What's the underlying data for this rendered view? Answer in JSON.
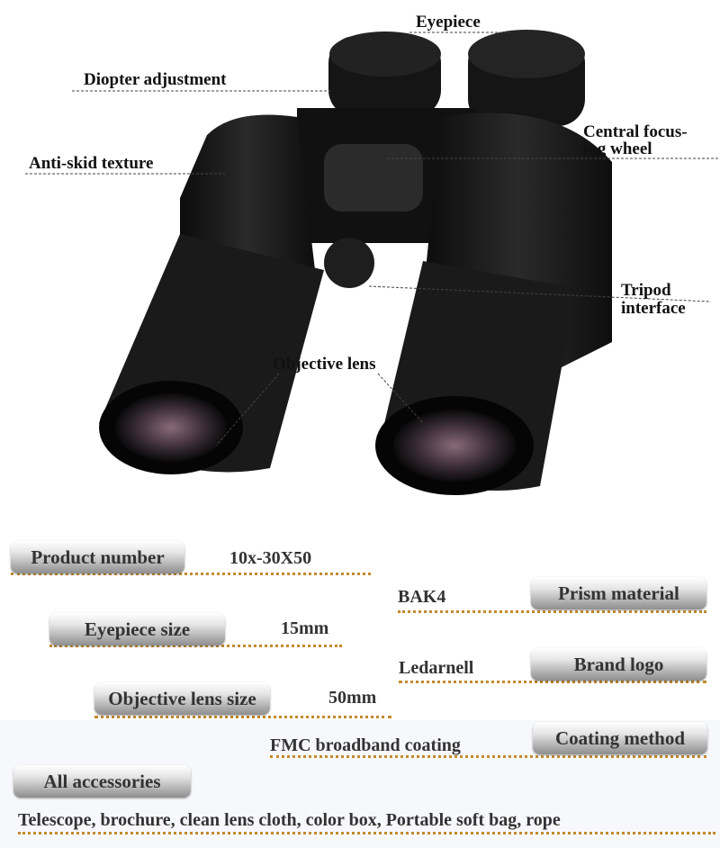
{
  "callouts": {
    "eyepiece": "Eyepiece",
    "diopter": "Diopter adjustment",
    "focus_line1": "Central focus-",
    "focus_line2": "ing wheel",
    "antiskid": "Anti-skid texture",
    "tripod_line1": "Tripod",
    "tripod_line2": "interface",
    "objective": "Objective lens"
  },
  "specs": [
    {
      "label": "Product number",
      "value": "10x-30X50"
    },
    {
      "label": "Prism material",
      "value": "BAK4"
    },
    {
      "label": "Eyepiece size",
      "value": "15mm"
    },
    {
      "label": "Brand logo",
      "value": "Ledarnell"
    },
    {
      "label": "Objective lens size",
      "value": "50mm"
    },
    {
      "label": "Coating method",
      "value": "FMC broadband coating"
    },
    {
      "label": "All accessories",
      "value": "Telescope, brochure, clean lens cloth, color box, Portable soft bag, rope"
    }
  ],
  "colors": {
    "dots": "#c48a2c",
    "body": "#1a1a1a"
  }
}
